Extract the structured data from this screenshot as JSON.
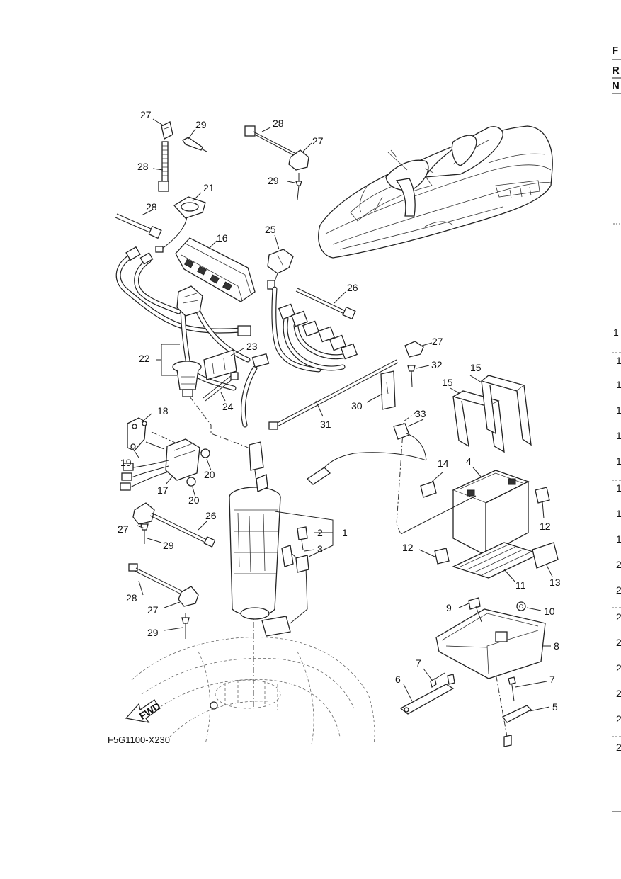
{
  "figure_code": "F5G1100-X230",
  "fwd_label": "FWD",
  "right_edge": {
    "header": [
      "F",
      "R",
      "N"
    ],
    "row_markers": [
      "1",
      "1",
      "1",
      "1",
      "1",
      "1",
      "1",
      "1",
      "1",
      "2",
      "2",
      "2",
      "2",
      "2",
      "2",
      "2",
      "2"
    ]
  },
  "callouts": {
    "c1": "1",
    "c2": "2",
    "c3": "3",
    "c4": "4",
    "c5": "5",
    "c6": "6",
    "c7a": "7",
    "c7b": "7",
    "c8": "8",
    "c9": "9",
    "c10": "10",
    "c11": "11",
    "c12a": "12",
    "c12b": "12",
    "c13": "13",
    "c14": "14",
    "c15a": "15",
    "c15b": "15",
    "c16": "16",
    "c17": "17",
    "c18": "18",
    "c19": "19",
    "c20a": "20",
    "c20b": "20",
    "c21": "21",
    "c22": "22",
    "c23": "23",
    "c24": "24",
    "c25": "25",
    "c26a": "26",
    "c26b": "26",
    "c27a": "27",
    "c27b": "27",
    "c27c": "27",
    "c27d": "27",
    "c27e": "27",
    "c28a": "28",
    "c28b": "28",
    "c28c": "28",
    "c28d": "28",
    "c29a": "29",
    "c29b": "29",
    "c29c": "29",
    "c29d": "29",
    "c30": "30",
    "c31": "31",
    "c32": "32",
    "c33": "33"
  }
}
